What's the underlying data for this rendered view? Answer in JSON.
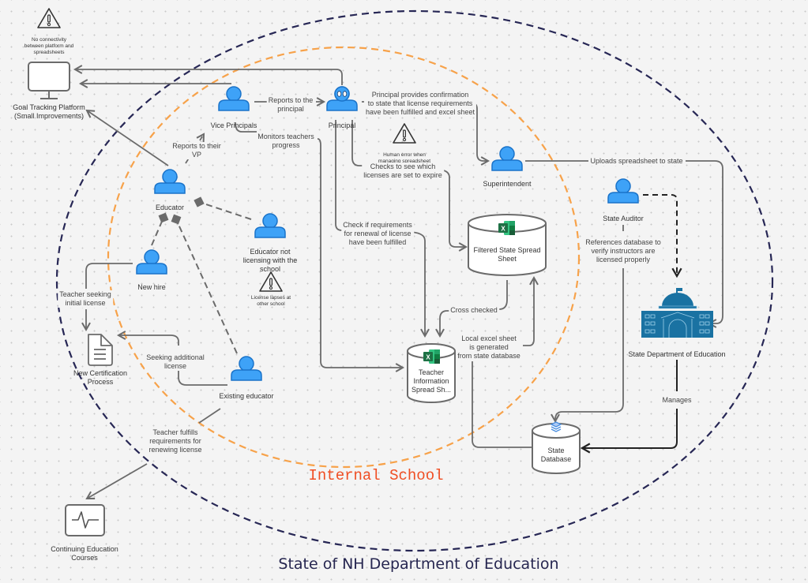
{
  "colors": {
    "person_fill": "#3ea2f7",
    "person_stroke": "#1a73c9",
    "connector": "#6b6b6b",
    "dark_connector": "#222222",
    "internal_boundary": "#f7a24a",
    "state_boundary": "#272755",
    "building": "#1a72a2",
    "excel_green": "#1e7145"
  },
  "boundaries": {
    "internal_school": "Internal School",
    "state": "State of NH Department of Education"
  },
  "nodes": {
    "goal_platform": "Goal Tracking Platform\n(Small Improvements)",
    "vice_principals": "Vice Principals",
    "principal": "Principal",
    "superintendent": "Superintendent",
    "educator": "Educator",
    "educator_not_licensing": "Educator not\nlicensing with the\nschool",
    "new_hire": "New hire",
    "existing_educator": "Existing educator",
    "new_certification": "New Certification\nProcess",
    "continuing_education": "Continuing  Education\nCourses",
    "filtered_sheet": "Filtered State Spread\nSheet",
    "teacher_sheet": "Teacher\nInformation\nSpread Sh...",
    "state_database": "State\nDatabase",
    "state_auditor": "State Auditor",
    "state_dept": "State Department of Education"
  },
  "warnings": {
    "no_connectivity": "No connectivity\nbetween platform and\nspreadsheets",
    "human_error": "Human error when\nmanaging spreadsheet",
    "license_lapses": "License lapses at\nother school"
  },
  "edges": {
    "reports_principal": "Reports to the\nprincipal",
    "principal_confirmation": "Principal provides confirmation\nto state that license requirements\nhave been fulfilled and excel sheet",
    "monitors": "Monitors teachers\nprogress",
    "reports_vp": "Reports to their\nVP",
    "checks_expire": "Checks to see which\nlicenses are set to expire",
    "check_requirements": "Check if requirements\nfor renewal of license\nhave been fulfilled",
    "uploads": "Uploads spreadsheet to state",
    "references_db": "References database to\nverify instructors are\nlicensed properly",
    "cross_checked": "Cross checked",
    "local_excel": "Local excel sheet\nis generated\nfrom state database",
    "manages": "Manages",
    "seeking_initial": "Teacher seeking\ninitial license",
    "seeking_additional": "Seeking additional\nlicense",
    "fulfills_renewing": "Teacher fulfills\nrequirements for\nrenewing license"
  }
}
